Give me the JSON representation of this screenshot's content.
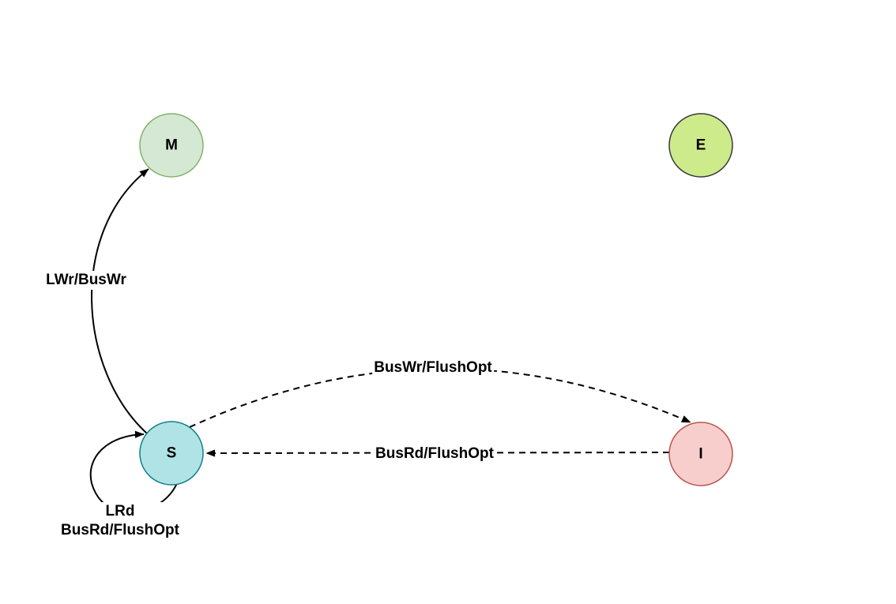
{
  "diagram": {
    "type": "state-diagram",
    "background": "#ffffff",
    "edge_color": "#000000"
  },
  "nodes": {
    "m": {
      "label": "M",
      "fill": "#d5e8d4",
      "stroke": "#82b366"
    },
    "e": {
      "label": "E",
      "fill": "#cdeb8b",
      "stroke": "#36393d"
    },
    "s": {
      "label": "S",
      "fill": "#b0e3e6",
      "stroke": "#0e8088"
    },
    "i": {
      "label": "I",
      "fill": "#f8cecc",
      "stroke": "#b85450"
    }
  },
  "edges": {
    "s_to_m": {
      "from": "S",
      "to": "M",
      "style": "solid",
      "label": "LWr/BusWr"
    },
    "s_to_i": {
      "from": "S",
      "to": "I",
      "style": "dashed",
      "label": "BusWr/FlushOpt"
    },
    "i_to_s": {
      "from": "I",
      "to": "S",
      "style": "dashed",
      "label": "BusRd/FlushOpt"
    },
    "s_self_loop": {
      "from": "S",
      "to": "S",
      "style": "solid",
      "label_line1": "LRd",
      "label_line2": "BusRd/FlushOpt"
    }
  }
}
